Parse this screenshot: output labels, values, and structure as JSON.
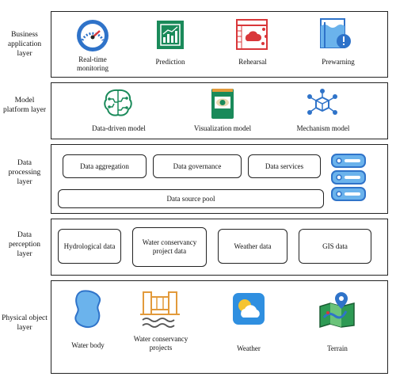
{
  "layers": {
    "business": {
      "label": "Business application layer",
      "items": [
        "Real-time monitoring",
        "Prediction",
        "Rehearsal",
        "Prewarning"
      ]
    },
    "model": {
      "label": "Model platform layer",
      "items": [
        "Data-driven model",
        "Visualization model",
        "Mechanism model"
      ]
    },
    "processing": {
      "label": "Data processing layer",
      "items": [
        "Data aggregation",
        "Data governance",
        "Data services"
      ],
      "pool": "Data source pool"
    },
    "perception": {
      "label": "Data perception layer",
      "items": [
        "Hydrological data",
        "Water conservancy project data",
        "Weather data",
        "GIS data"
      ]
    },
    "physical": {
      "label": "Physical object layer",
      "items": [
        "Water body",
        "Water conservancy projects",
        "Weather",
        "Terrain"
      ]
    }
  },
  "colors": {
    "border": "#222222",
    "blue": "#2f73c9",
    "green": "#1a8a5a",
    "red": "#d9373a",
    "orange": "#e29a3b",
    "light_blue": "#6bb3ec"
  },
  "icons": [
    "gauge-icon",
    "chart-growth-icon",
    "cloud-grid-icon",
    "warning-document-icon",
    "brain-circuit-icon",
    "eye-document-icon",
    "molecule-cube-icon",
    "server-stack-icon",
    "water-body-icon",
    "dam-icon",
    "weather-icon",
    "terrain-map-icon"
  ]
}
